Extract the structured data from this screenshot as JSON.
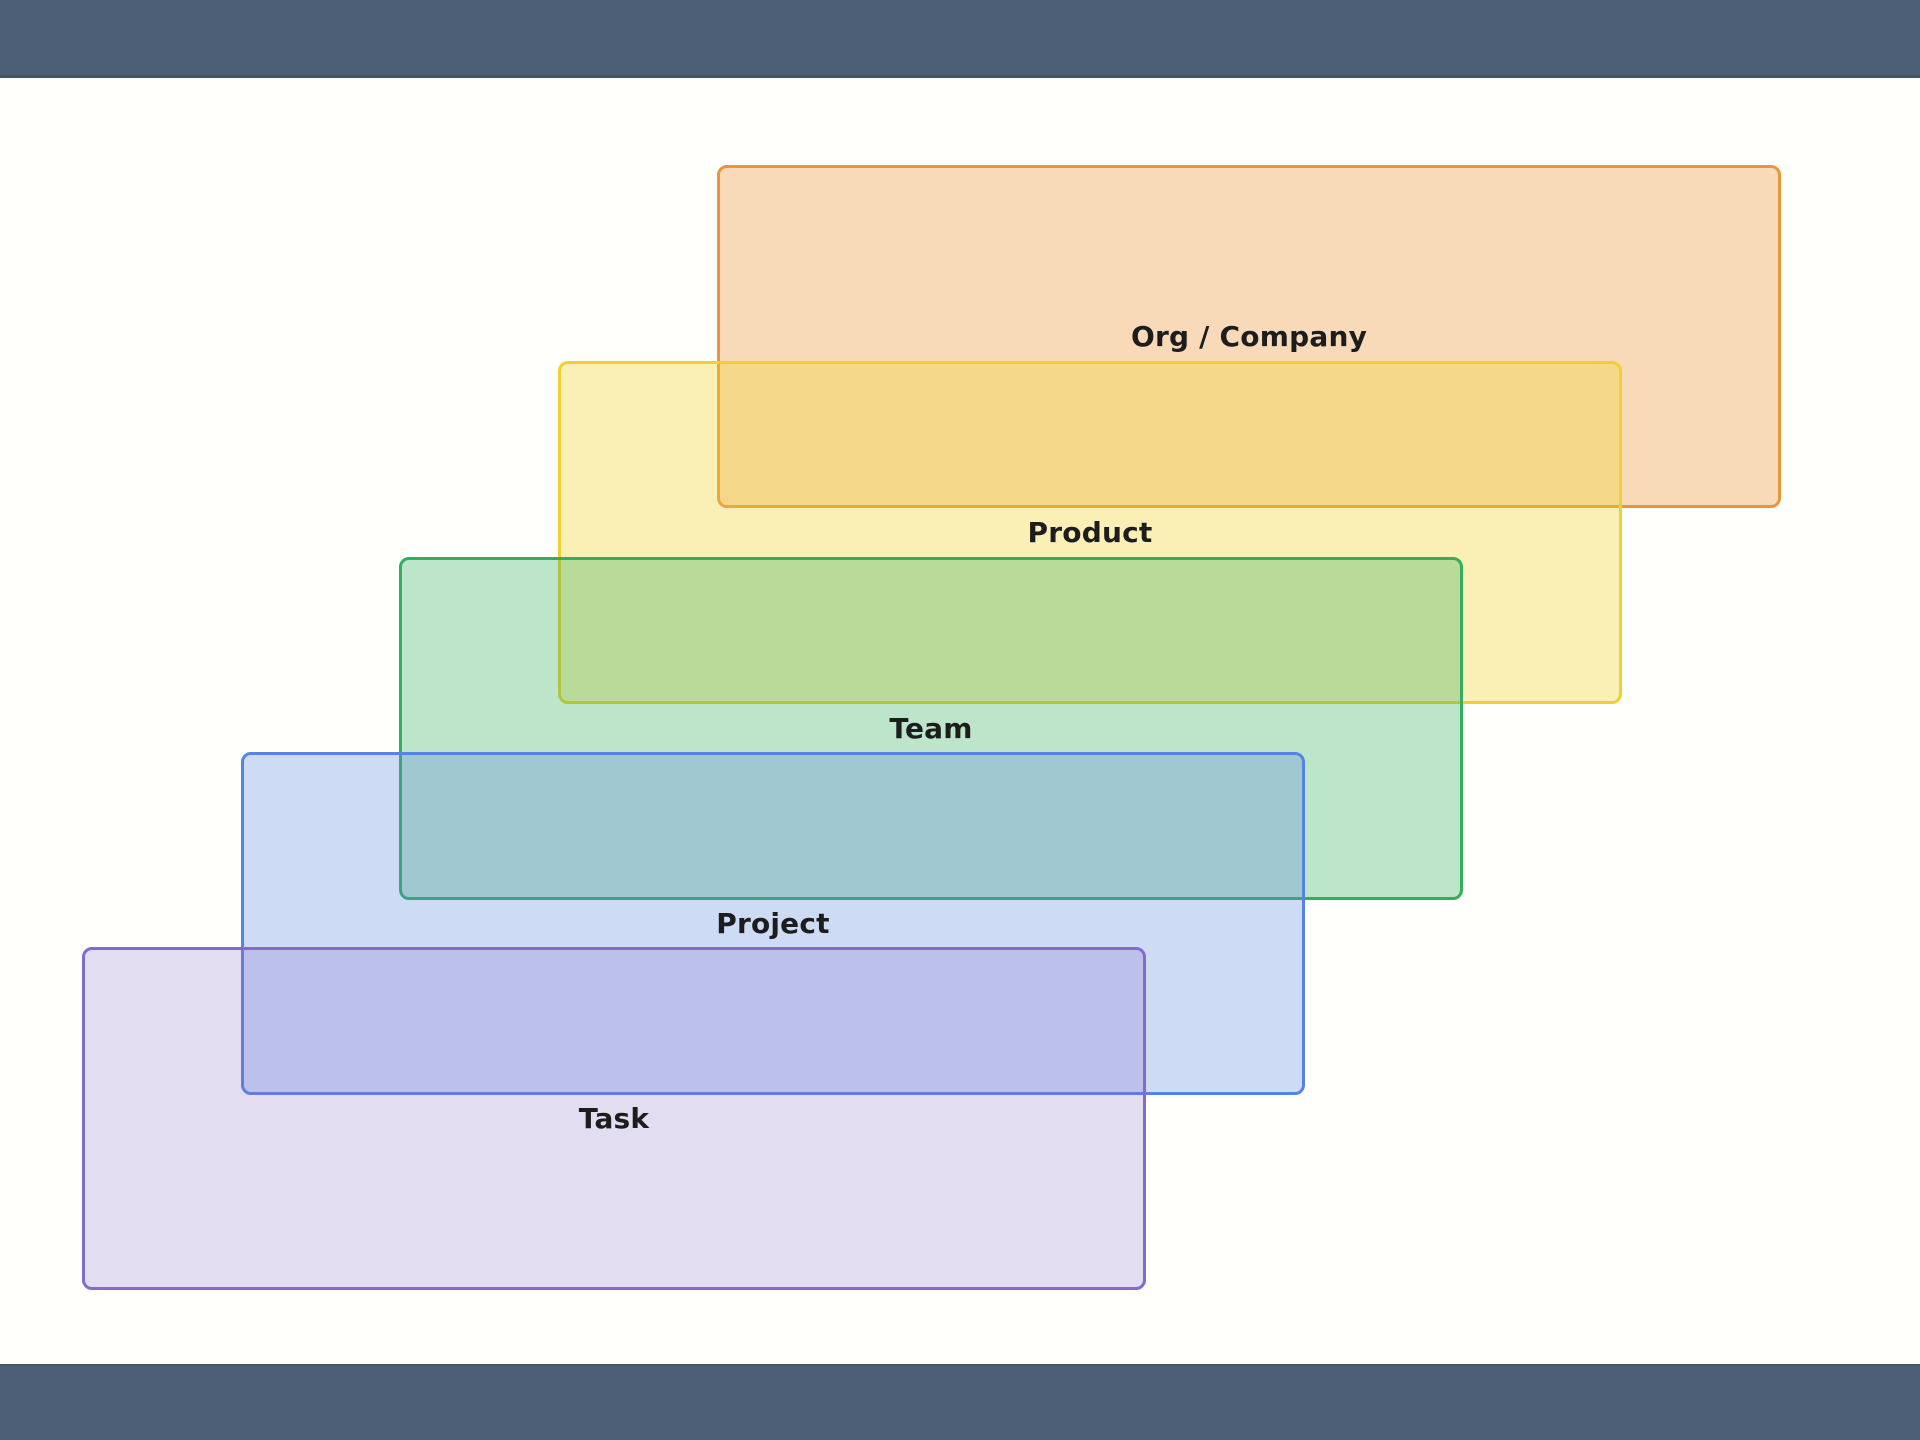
{
  "canvas": {
    "background_color": "#FFFFFC"
  },
  "letterbox": {
    "top_bar_color": "#4C5F77",
    "bottom_bar_color": "#4C5F77"
  },
  "diagram": {
    "type": "layered-scope-hierarchy",
    "text_color": "#1D1D1D",
    "layers": [
      {
        "label": "Org / Company",
        "stroke": "#EC9439",
        "fill": "rgba(236,148,57,0.35)"
      },
      {
        "label": "Product",
        "stroke": "#F0D030",
        "fill": "rgba(240,208,48,0.35)"
      },
      {
        "label": "Team",
        "stroke": "#33AF5C",
        "fill": "rgba(51,175,92,0.32)"
      },
      {
        "label": "Project",
        "stroke": "#5584E4",
        "fill": "rgba(85,132,228,0.29)"
      },
      {
        "label": "Task",
        "stroke": "#826BCD",
        "fill": "rgba(130,107,205,0.23)"
      }
    ]
  }
}
